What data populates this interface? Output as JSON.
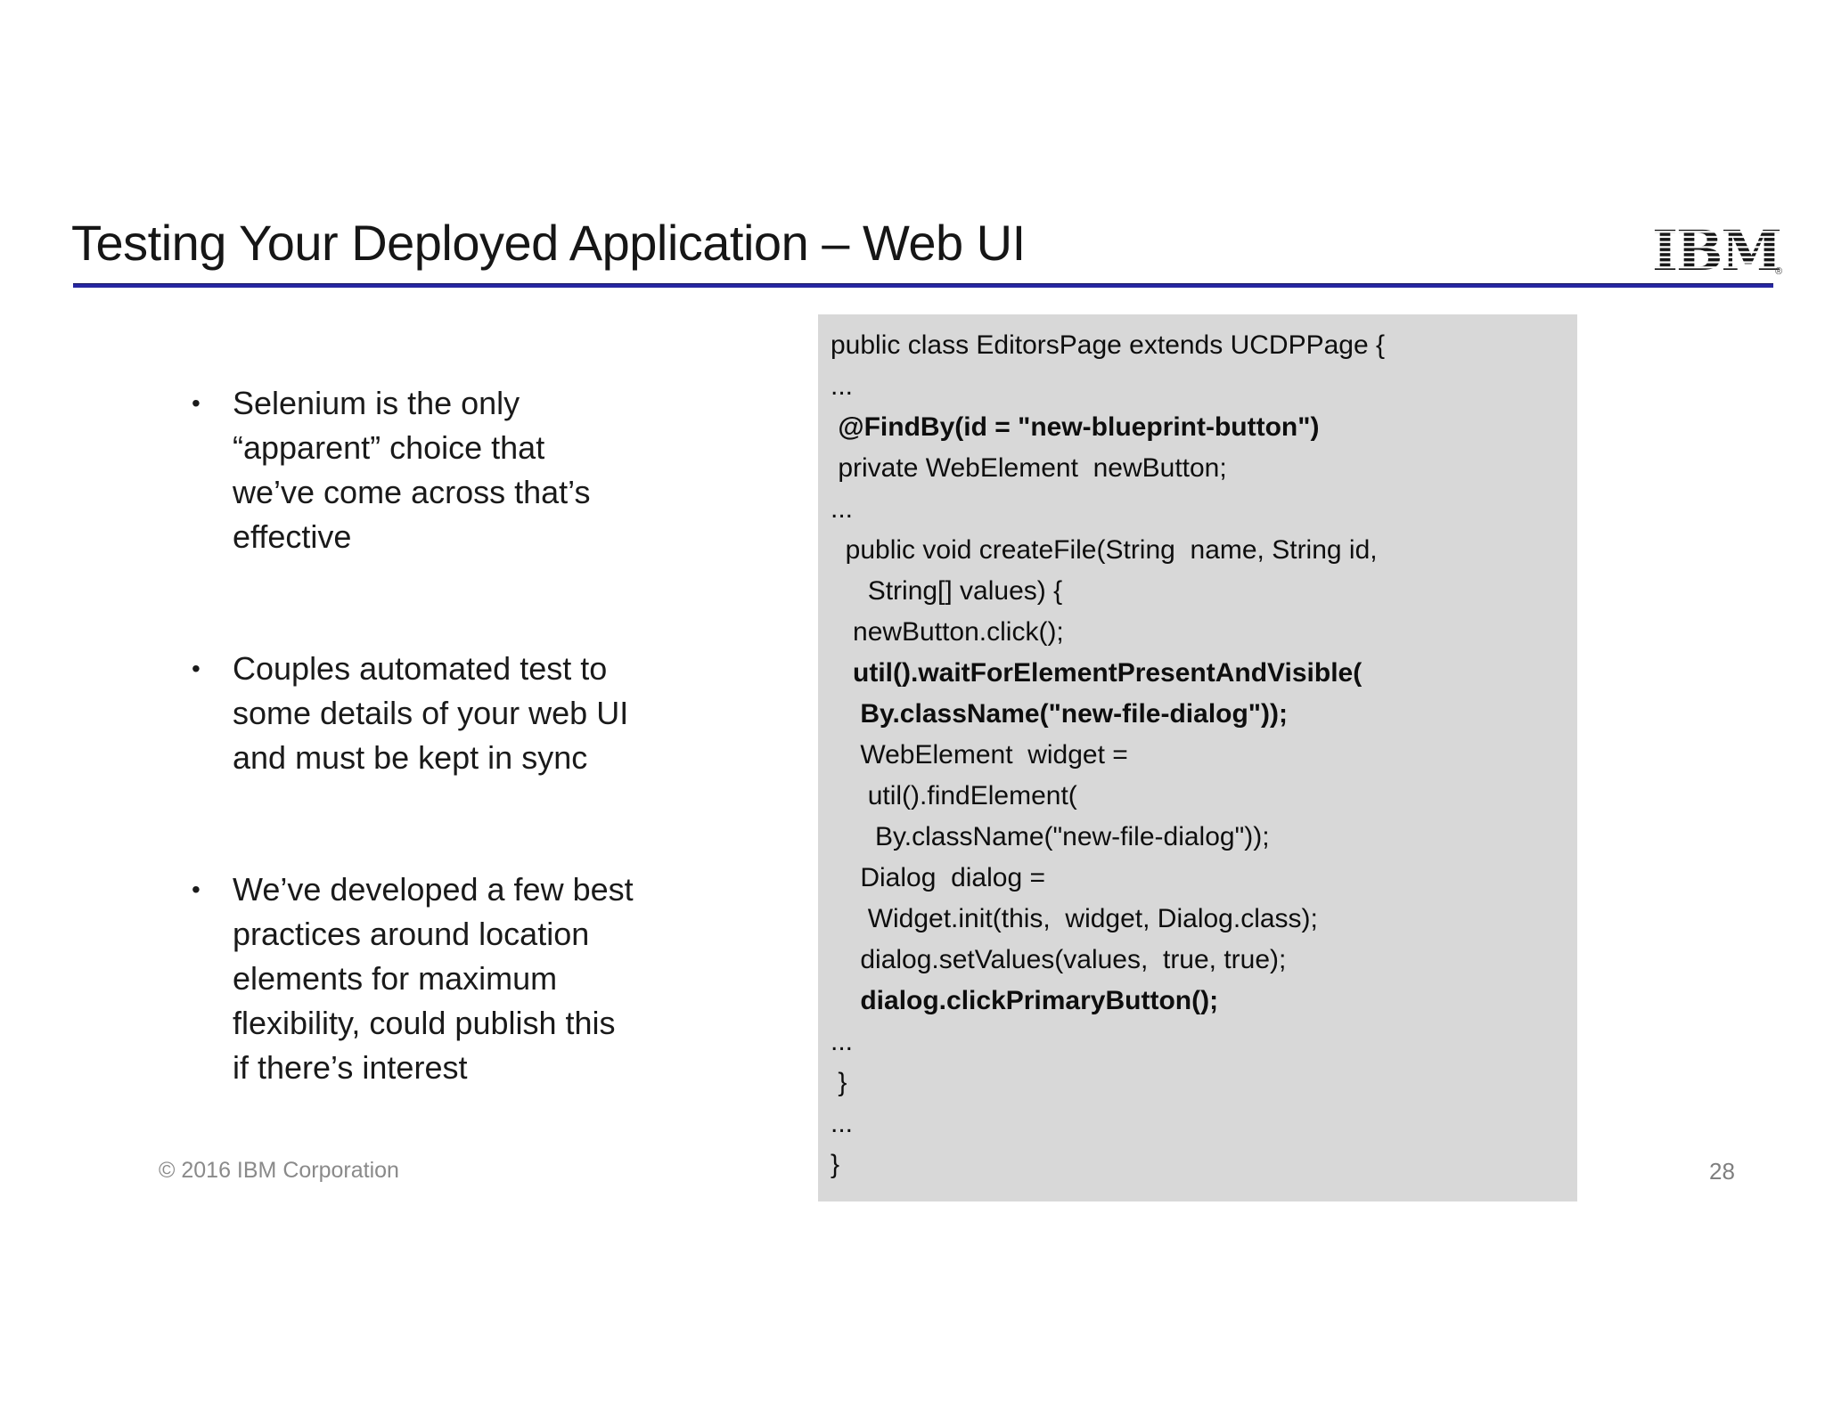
{
  "header": {
    "title": "Testing Your Deployed Application – Web UI",
    "logo_text": "IBM",
    "logo_registered": "®",
    "underline_color": "#2727a2"
  },
  "bullet_glyph": "•",
  "bullets": [
    {
      "text": "Selenium is the only\n“apparent” choice that\nwe’ve come across that’s\neffective"
    },
    {
      "text": "Couples automated test to\nsome details of your web UI\nand must be kept in sync"
    },
    {
      "text": "We’ve developed a few best\npractices around location\nelements for maximum\nflexibility, could publish this\nif there’s interest"
    }
  ],
  "code_panel": {
    "background": "#d8d8d8",
    "lines": [
      {
        "text": "public class EditorsPage extends UCDPPage {",
        "bold": false
      },
      {
        "text": "...",
        "bold": false
      },
      {
        "text": " @FindBy(id = \"new-blueprint-button\")",
        "bold": true
      },
      {
        "text": " private WebElement  newButton;",
        "bold": false
      },
      {
        "text": "...",
        "bold": false
      },
      {
        "text": "  public void createFile(String  name, String id,",
        "bold": false
      },
      {
        "text": "     String[] values) {",
        "bold": false
      },
      {
        "text": "   newButton.click();",
        "bold": false
      },
      {
        "text": "   util().waitForElementPresentAndVisible(",
        "bold": true
      },
      {
        "text": "    By.className(\"new-file-dialog\"));",
        "bold": true
      },
      {
        "text": "    WebElement  widget =",
        "bold": false
      },
      {
        "text": "     util().findElement(",
        "bold": false
      },
      {
        "text": "      By.className(\"new-file-dialog\"));",
        "bold": false
      },
      {
        "text": "    Dialog  dialog =",
        "bold": false
      },
      {
        "text": "     Widget.init(this,  widget, Dialog.class);",
        "bold": false
      },
      {
        "text": "    dialog.setValues(values,  true, true);",
        "bold": false
      },
      {
        "text": "    dialog.clickPrimaryButton();",
        "bold": true
      },
      {
        "text": "...",
        "bold": false
      },
      {
        "text": " }",
        "bold": false
      },
      {
        "text": "...",
        "bold": false
      },
      {
        "text": "}",
        "bold": false
      }
    ]
  },
  "footer": {
    "copyright": "© 2016 IBM Corporation",
    "page_number": "28"
  }
}
